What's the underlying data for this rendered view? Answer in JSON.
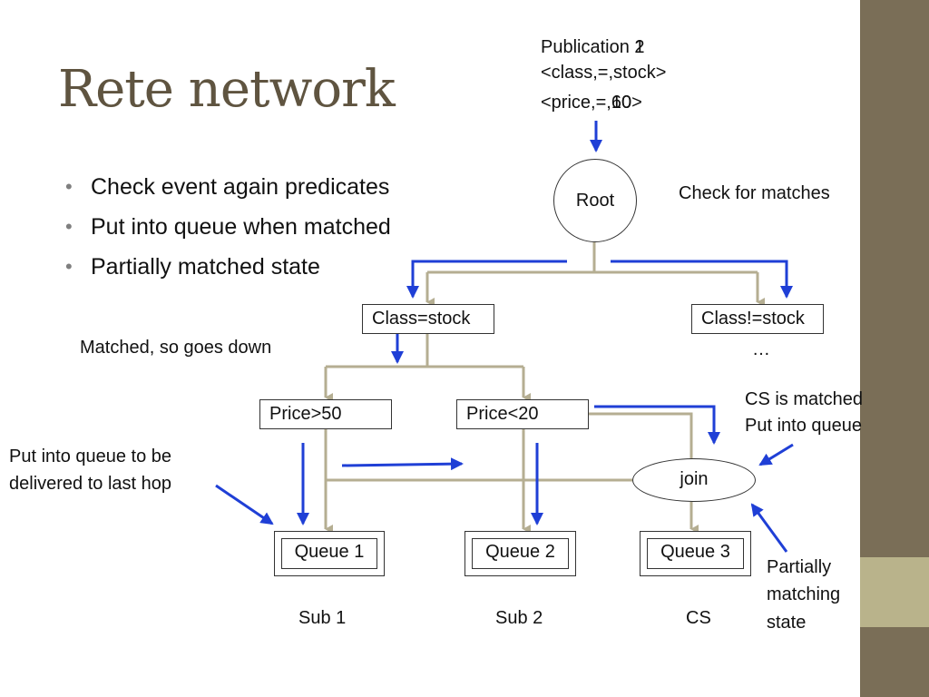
{
  "slide": {
    "title": "Rete network",
    "bullets": [
      "Check event again predicates",
      "Put into queue when matched",
      "Partially matched state"
    ]
  },
  "publication": {
    "line1_prefix": "Publication ",
    "line1_num_a": "1",
    "line1_num_b": "2",
    "line2": "<class,=,stock>",
    "line3_prefix": "<price,=,",
    "line3_num_a": "10",
    "line3_num_b": "60",
    "line3_suffix": ">"
  },
  "nodes": {
    "root": "Root",
    "class_eq": "Class=stock",
    "class_neq": "Class!=stock",
    "class_neq_more": "…",
    "price_gt": "Price>50",
    "price_lt": "Price<20",
    "join": "join",
    "queue1": "Queue 1",
    "queue2": "Queue 2",
    "queue3": "Queue 3"
  },
  "subscribers": {
    "sub1": "Sub 1",
    "sub2": "Sub 2",
    "cs": "CS"
  },
  "annotations": {
    "check_matches": "Check for matches",
    "matched_down": "Matched, so goes down",
    "cs_matched_1": "CS is matched",
    "cs_matched_2": "Put into queue",
    "last_hop_1": "Put into queue to be",
    "last_hop_2": "delivered to last hop",
    "partial_1": "Partially",
    "partial_2": "matching",
    "partial_3": "state"
  },
  "colors": {
    "tree_lines": "#b5ae92",
    "flow_arrows": "#1f3fd6",
    "sidebar": "#7a6e57",
    "sidebar_accent": "#b9b38b",
    "title": "#5f5440"
  }
}
